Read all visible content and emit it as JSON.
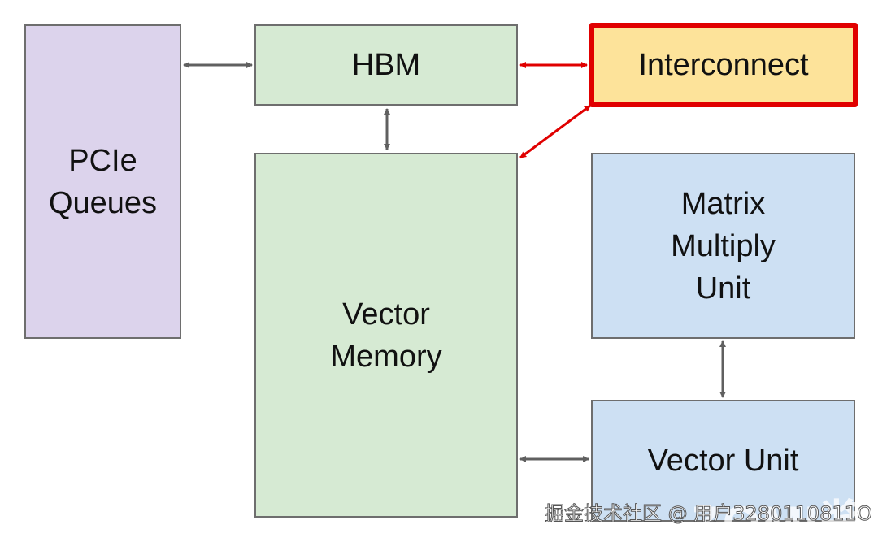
{
  "diagram": {
    "blocks": [
      {
        "id": "pcie",
        "label": "PCIe\nQueues",
        "color": "#dcd3ec"
      },
      {
        "id": "hbm",
        "label": "HBM",
        "color": "#d6ead3"
      },
      {
        "id": "interconnect",
        "label": "Interconnect",
        "color": "#fde39a",
        "border": "#e00000"
      },
      {
        "id": "vector-memory",
        "label": "Vector\nMemory",
        "color": "#d6ead3"
      },
      {
        "id": "mxu",
        "label": "Matrix\nMultiply\nUnit",
        "color": "#cde0f3"
      },
      {
        "id": "vector-unit",
        "label": "Vector Unit",
        "color": "#cde0f3"
      }
    ],
    "connections": [
      {
        "from": "pcie",
        "to": "hbm",
        "color": "#606060"
      },
      {
        "from": "hbm",
        "to": "vector-memory",
        "color": "#606060"
      },
      {
        "from": "hbm",
        "to": "interconnect",
        "color": "#e00000"
      },
      {
        "from": "interconnect",
        "to": "vector-memory",
        "color": "#e00000"
      },
      {
        "from": "mxu",
        "to": "vector-unit",
        "color": "#606060"
      },
      {
        "from": "vector-memory",
        "to": "vector-unit",
        "color": "#606060"
      }
    ]
  },
  "watermark": {
    "text": "掘金技术社区 @ 用户3280110811O",
    "logo": "ZOMI酱"
  }
}
